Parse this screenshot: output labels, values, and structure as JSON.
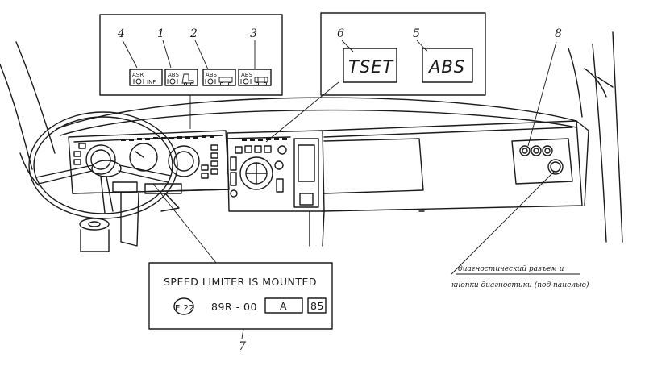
{
  "callouts": {
    "c1": "1",
    "c2": "2",
    "c3": "3",
    "c4": "4",
    "c5": "5",
    "c6": "6",
    "c7": "7",
    "c8": "8"
  },
  "indicator_panel": {
    "item4_line1": "ASR",
    "item4_line2": "INF",
    "item1_label": "ABS",
    "item2_label": "ABS",
    "item3_label": "ABS"
  },
  "lamps": {
    "tset": "TSET",
    "abs": "ABS"
  },
  "speed_plate": {
    "title": "SPEED LIMITER IS MOUNTED",
    "approval_mark": "E 22",
    "regulation": "89R - 00",
    "letter": "A",
    "number": "85"
  },
  "diagnostic_note": {
    "line1": "диагностический разъем и",
    "line2": "кнопки диагностики (под панелью)"
  }
}
